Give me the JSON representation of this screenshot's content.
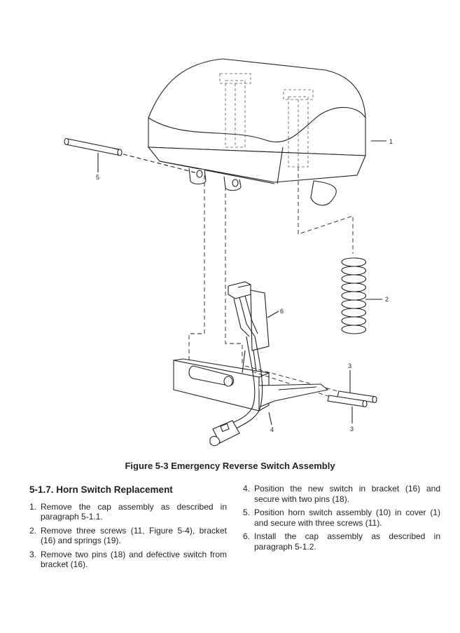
{
  "figure": {
    "callouts": [
      "1",
      "2",
      "3",
      "3",
      "4",
      "5",
      "6"
    ],
    "caption": "Figure 5-3 Emergency Reverse Switch Assembly"
  },
  "section": {
    "heading": "5-1.7. Horn Switch Replacement",
    "steps": [
      {
        "num": "1.",
        "text": "Remove the cap assembly as described in paragraph 5-1.1."
      },
      {
        "num": "2.",
        "text": "Remove three screws (11, Figure 5-4), bracket (16) and springs (19)."
      },
      {
        "num": "3.",
        "text": "Remove two pins (18) and defective switch from bracket (16)."
      },
      {
        "num": "4.",
        "text": "Position the new switch in bracket (16) and secure with two pins (18)."
      },
      {
        "num": "5.",
        "text": "Position horn switch assembly (10) in cover (1) and secure with three screws (11)."
      },
      {
        "num": "6.",
        "text": "Install the cap assembly as described in paragraph 5-1.2."
      }
    ]
  }
}
